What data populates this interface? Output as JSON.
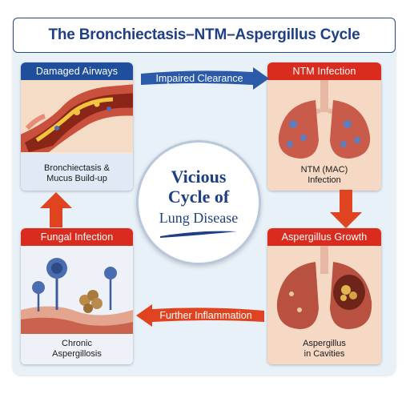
{
  "title": "The Bronchiectasis–NTM–Aspergillus Cycle",
  "center": {
    "line1": "Vicious",
    "line2": "Cycle of",
    "line3": "Lung Disease"
  },
  "panels": [
    {
      "heading": "Damaged Airways",
      "caption_line1": "Bronchiectasis &",
      "caption_line2": "Mucus Build-up",
      "header_color": "#1f4f9c"
    },
    {
      "heading": "NTM Infection",
      "caption_line1": "NTM (MAC)",
      "caption_line2": "Infection",
      "header_color": "#d92c1e"
    },
    {
      "heading": "Aspergillus Growth",
      "caption_line1": "Aspergillus",
      "caption_line2": "in Cavities",
      "header_color": "#d92c1e"
    },
    {
      "heading": "Fungal Infection",
      "caption_line1": "Chronic",
      "caption_line2": "Aspergillosis",
      "header_color": "#d92c1e"
    }
  ],
  "arrows": {
    "top": "Impaired Clearance",
    "bottom": "Further Inflammation"
  },
  "colors": {
    "navy": "#1f3f85",
    "red": "#d92c1e",
    "panel_blue": "#dfeaf6"
  }
}
